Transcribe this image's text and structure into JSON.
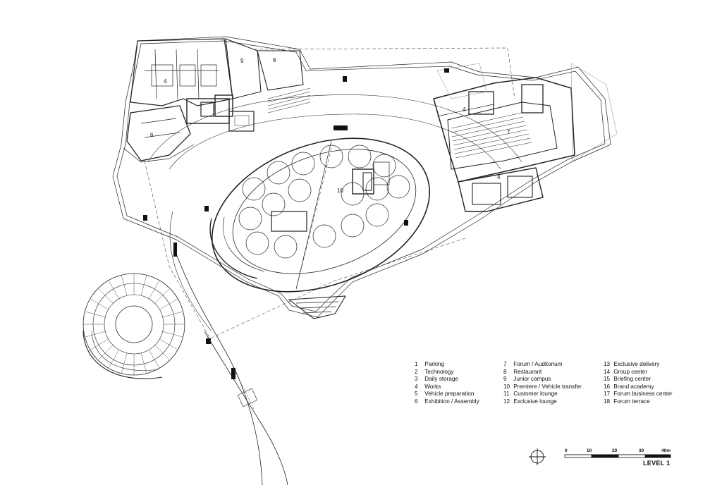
{
  "plan": {
    "room_labels": [
      {
        "id": "works-north",
        "text": "4"
      },
      {
        "id": "restaurant",
        "text": "9"
      },
      {
        "id": "exhibition-north",
        "text": "6"
      },
      {
        "id": "exhibition-west",
        "text": "6"
      },
      {
        "id": "premiere",
        "text": "10"
      },
      {
        "id": "works-east-top",
        "text": "4"
      },
      {
        "id": "forum",
        "text": "7"
      },
      {
        "id": "works-east-bottom",
        "text": "4"
      }
    ]
  },
  "legend": {
    "columns": [
      [
        {
          "num": "1",
          "label": "Parking"
        },
        {
          "num": "2",
          "label": "Technology"
        },
        {
          "num": "3",
          "label": "Daily storage"
        },
        {
          "num": "4",
          "label": "Works"
        },
        {
          "num": "5",
          "label": "Vehicle preparation"
        },
        {
          "num": "6",
          "label": "Exhibition / Assembly"
        }
      ],
      [
        {
          "num": "7",
          "label": "Forum / Auditorium"
        },
        {
          "num": "8",
          "label": "Restaurant"
        },
        {
          "num": "9",
          "label": "Junior campus"
        },
        {
          "num": "10",
          "label": "Premiere / Vehicle transfer"
        },
        {
          "num": "11",
          "label": "Customer lounge"
        },
        {
          "num": "12",
          "label": "Exclusive lounge"
        }
      ],
      [
        {
          "num": "13",
          "label": "Exclusive delivery"
        },
        {
          "num": "14",
          "label": "Group center"
        },
        {
          "num": "15",
          "label": "Briefing center"
        },
        {
          "num": "16",
          "label": "Brand academy"
        },
        {
          "num": "17",
          "label": "Forum business center"
        },
        {
          "num": "18",
          "label": "Forum terrace"
        }
      ]
    ]
  },
  "scale_bar": {
    "ticks": [
      "0",
      "10",
      "20",
      "30",
      "40m"
    ]
  },
  "title": "LEVEL 1",
  "icons": {
    "north_arrow": "north-arrow-icon"
  }
}
